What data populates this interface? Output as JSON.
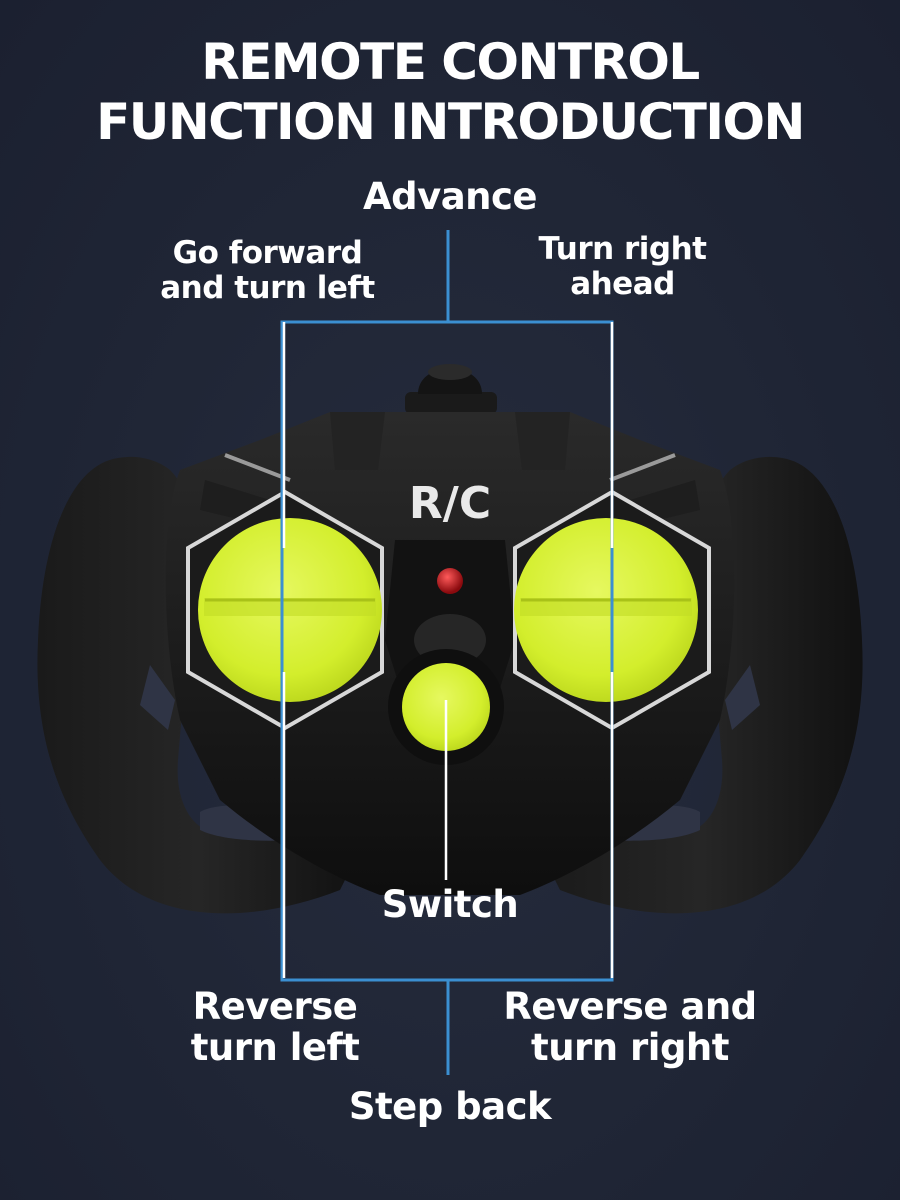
{
  "title": {
    "line1": "REMOTE CONTROL",
    "line2": "FUNCTION INTRODUCTION"
  },
  "labels": {
    "advance": "Advance",
    "go_forward_line1": "Go forward",
    "go_forward_line2": "and turn left",
    "turn_right_line1": "Turn right",
    "turn_right_line2": "ahead",
    "switch": "Switch",
    "reverse_left_line1": "Reverse",
    "reverse_left_line2": "turn left",
    "reverse_right_line1": "Reverse and",
    "reverse_right_line2": "turn right",
    "step_back": "Step back"
  },
  "remote": {
    "brand_text": "R/C"
  },
  "colors": {
    "background": "#1f2535",
    "accent_lines": "#3b8fd1",
    "button_lime": "#d9f23a",
    "body_black": "#151515",
    "led_red": "#c4141a"
  }
}
